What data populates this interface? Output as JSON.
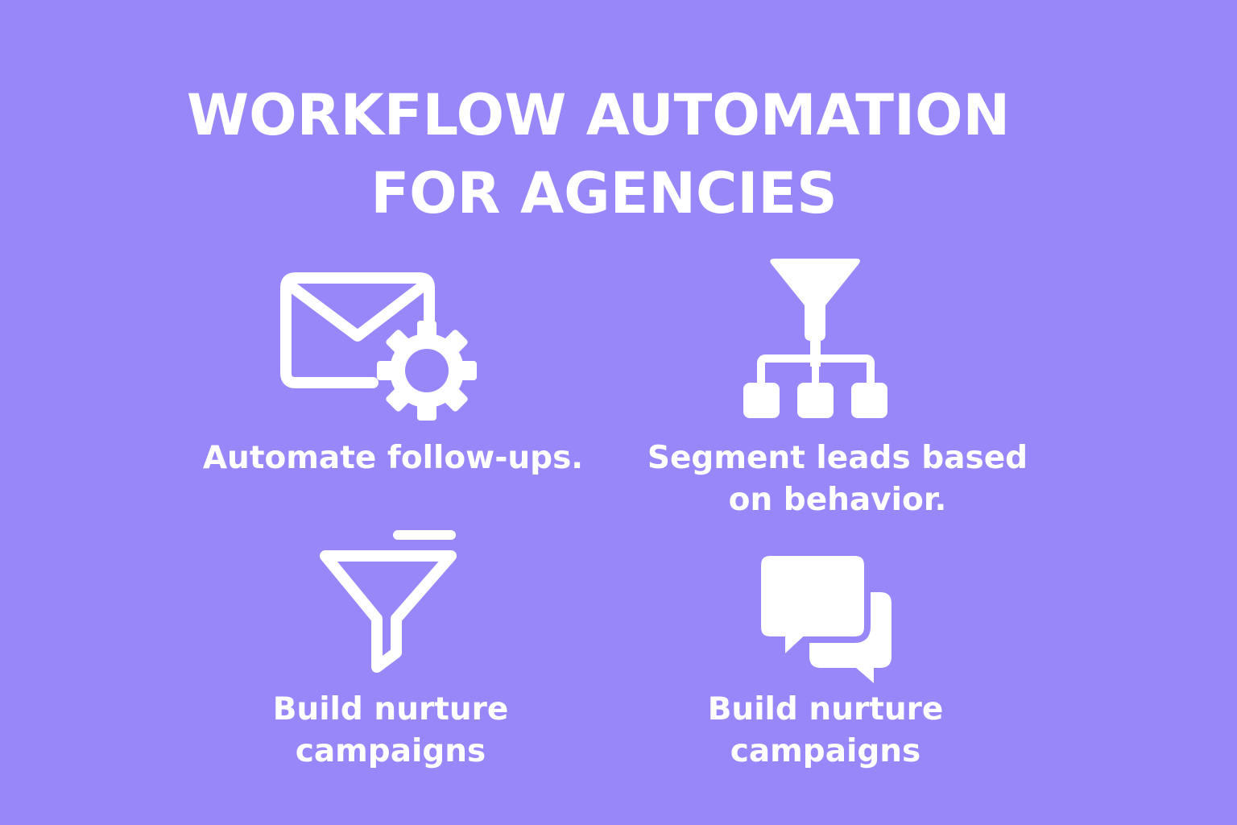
{
  "title": {
    "line1": "WORKFLOW AUTOMATION",
    "line2": "FOR AGENCIES"
  },
  "colors": {
    "background": "#9887f9",
    "foreground": "#ffffff"
  },
  "features": [
    {
      "icon": "email-gear-icon",
      "caption": [
        "Automate follow-ups."
      ]
    },
    {
      "icon": "funnel-hierarchy-icon",
      "caption": [
        "Segment leads based",
        "on behavior."
      ]
    },
    {
      "icon": "funnel-outline-icon",
      "caption": [
        "Build nurture",
        "campaigns"
      ]
    },
    {
      "icon": "chat-bubbles-icon",
      "caption": [
        "Build nurture",
        "campaigns"
      ]
    }
  ]
}
